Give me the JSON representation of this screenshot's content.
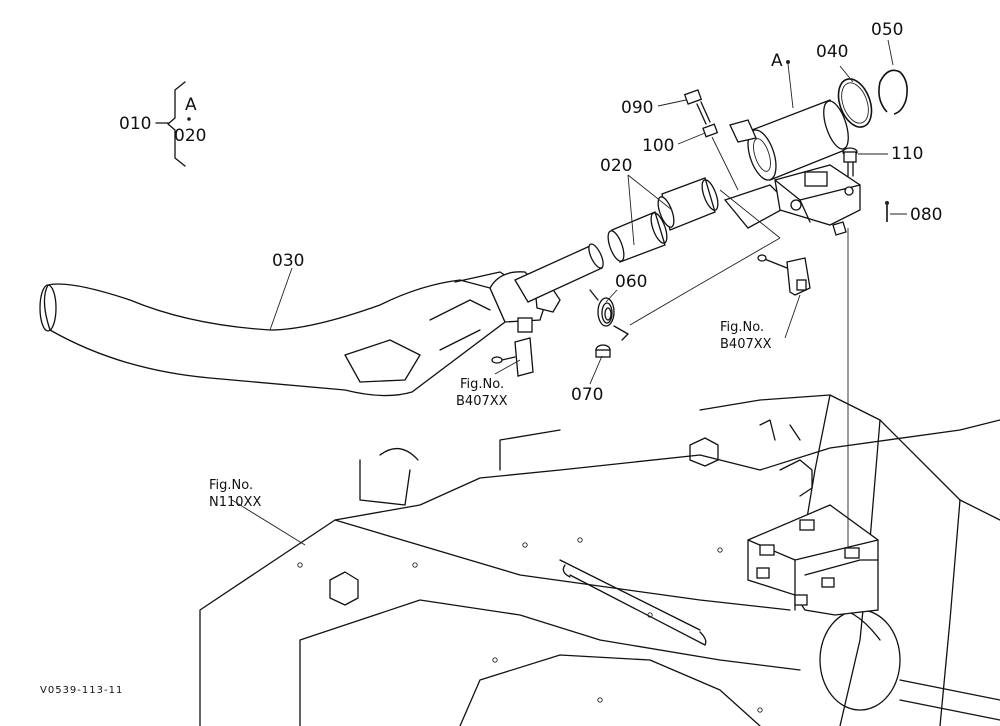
{
  "labels": {
    "ref_a_top": "A",
    "p010": "010",
    "p020_legend": "020",
    "ref_a_legend": "A",
    "p050": "050",
    "p040": "040",
    "p090": "090",
    "p100": "100",
    "p110": "110",
    "p020": "020",
    "p080": "080",
    "p030": "030",
    "p060": "060",
    "p070": "070"
  },
  "fig_refs": [
    {
      "caption": "Fig.No.",
      "number": "B407XX"
    },
    {
      "caption": "Fig.No.",
      "number": "B407XX"
    },
    {
      "caption": "Fig.No.",
      "number": "N110XX"
    }
  ],
  "drawing_code": "V0539-113-11"
}
